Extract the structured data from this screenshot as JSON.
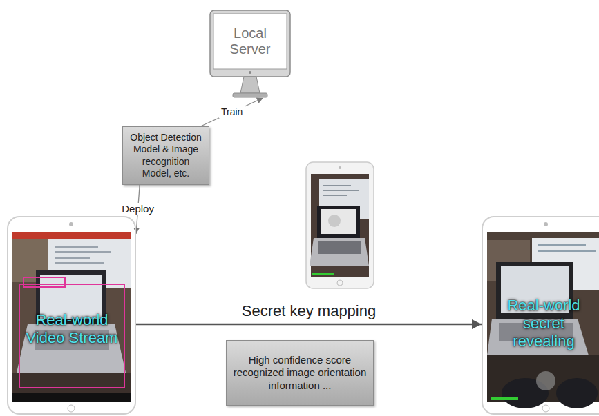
{
  "diagram": {
    "nodes": [
      {
        "text": [
          "Local Server"
        ]
      },
      {
        "text": [
          "Object Detection Model & Image recognition Model, etc."
        ]
      },
      {
        "text": [
          "Real-world Video Stream"
        ]
      },
      {
        "text": [
          "Real-world secret revealing"
        ]
      },
      {
        "text": [
          "High confidence score recognized image orientation information ..."
        ]
      }
    ],
    "edges": [
      {
        "from": 1,
        "to": 0,
        "arrow": "to",
        "label": "Train"
      },
      {
        "from": 1,
        "to": 2,
        "arrow": "to",
        "label": "Deploy"
      },
      {
        "from": 2,
        "to": 3,
        "arrow": "to",
        "label": "Secret key mapping"
      }
    ]
  }
}
